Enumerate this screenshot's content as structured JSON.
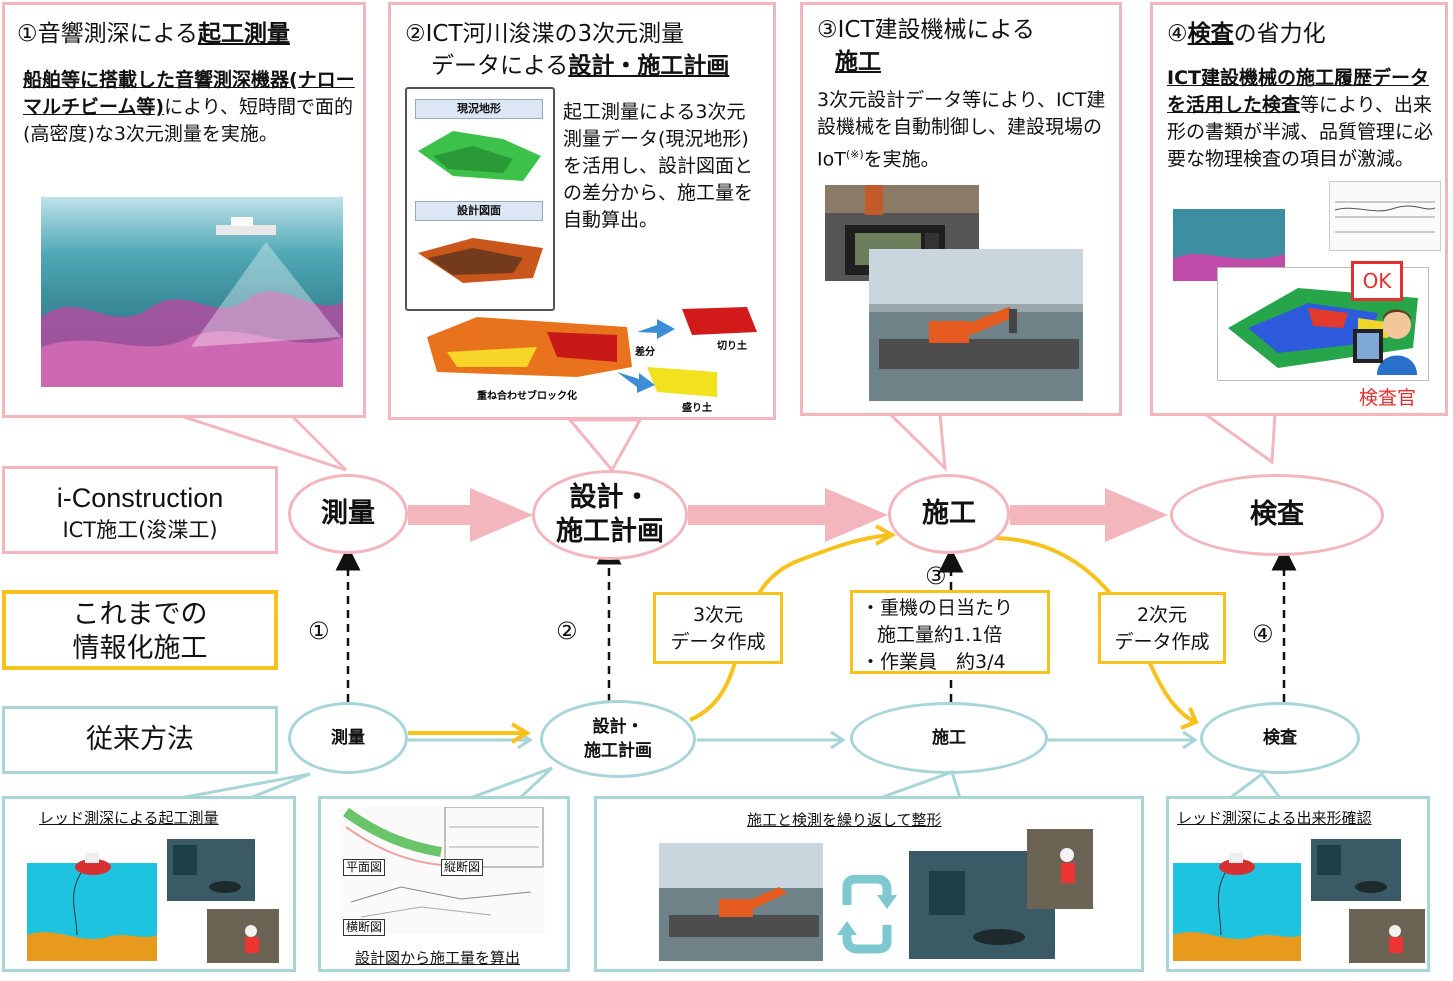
{
  "callouts": {
    "c1": {
      "title_prefix": "①音響測深による",
      "title_bold": "起工測量",
      "body_bold": "船舶等に搭載した音響測深機器(ナローマルチビーム等)",
      "body_rest": "により、短時間で面的(高密度)な3次元測量を実施。"
    },
    "c2": {
      "title_line1": "②ICT河川浚渫の3次元測量",
      "title_line2_prefix": "データによる",
      "title_line2_bold": "設計・施工計画",
      "body": "起工測量による3次元測量データ(現況地形)を活用し、設計図面との差分から、施工量を自動算出。",
      "panel_label_1": "現況地形",
      "panel_label_2": "設計図面",
      "label_diff": "差分",
      "label_cut": "切り土",
      "label_fill": "盛り土",
      "label_block": "重ね合わせブロック化"
    },
    "c3": {
      "title_line1": "③ICT建設機械による",
      "title_line2": "施工",
      "body_part1": "3次元設計データ等により、ICT建設機械を自動制御し、建設現場のIoT",
      "body_sup": "(※)",
      "body_part2": "を実施。"
    },
    "c4": {
      "title_bold": "検査",
      "title_prefix": "④",
      "title_rest": "の省力化",
      "body_bold": "ICT建設機械の施工履歴データを活用した検査",
      "body_rest": "等により、出来形の書類が半減、品質管理に必要な物理検査の項目が激減。",
      "ok_label": "OK",
      "inspector_label": "検査官"
    }
  },
  "rows": {
    "iconstruction": {
      "line1": "i-Construction",
      "line2": "ICT施工(浚渫工)"
    },
    "informatized": {
      "line1": "これまでの",
      "line2": "情報化施工"
    },
    "conventional": {
      "line1": "従来方法"
    }
  },
  "top_nodes": {
    "survey": "測量",
    "design_line1": "設計・",
    "design_line2": "施工計画",
    "construction": "施工",
    "inspection": "検査"
  },
  "bottom_nodes": {
    "survey": "測量",
    "design_line1": "設計・",
    "design_line2": "施工計画",
    "construction": "施工",
    "inspection": "検査"
  },
  "numbers": {
    "n1": "①",
    "n2": "②",
    "n3": "③",
    "n4": "④"
  },
  "yellow_boxes": {
    "data3d": {
      "line1": "3次元",
      "line2": "データ作成"
    },
    "effect": {
      "line1": "・重機の日当たり",
      "line2": "施工量約1.1倍",
      "line3": "・作業員　約3/4"
    },
    "data2d": {
      "line1": "2次元",
      "line2": "データ作成"
    }
  },
  "bottom_boxes": {
    "b1_caption": "レッド測深による起工測量",
    "b2_caption": "設計図から施工量を算出",
    "b2_tag_plan": "平面図",
    "b2_tag_long": "縦断図",
    "b2_tag_cross": "横断図",
    "b3_caption": "施工と検測を繰り返して整形",
    "b4_caption": "レッド測深による出来形確認"
  },
  "colors": {
    "pink": "#f4b6bd",
    "yellow": "#f6c21b",
    "teal": "#a8d5d8",
    "red": "#e53030"
  }
}
